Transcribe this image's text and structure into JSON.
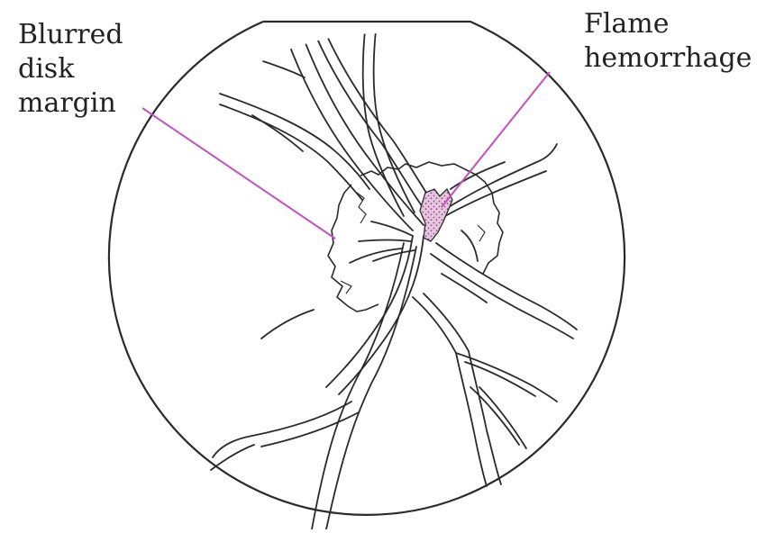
{
  "labels": {
    "blurred": {
      "lines": [
        "Blurred",
        "disk",
        "margin"
      ]
    },
    "flame": {
      "lines": [
        "Flame",
        "hemorrhage"
      ]
    }
  },
  "colors": {
    "leader_line": "#c64fc0",
    "hemorrhage_fill": "#d9a7cf",
    "ink": "#2a2a2a"
  }
}
